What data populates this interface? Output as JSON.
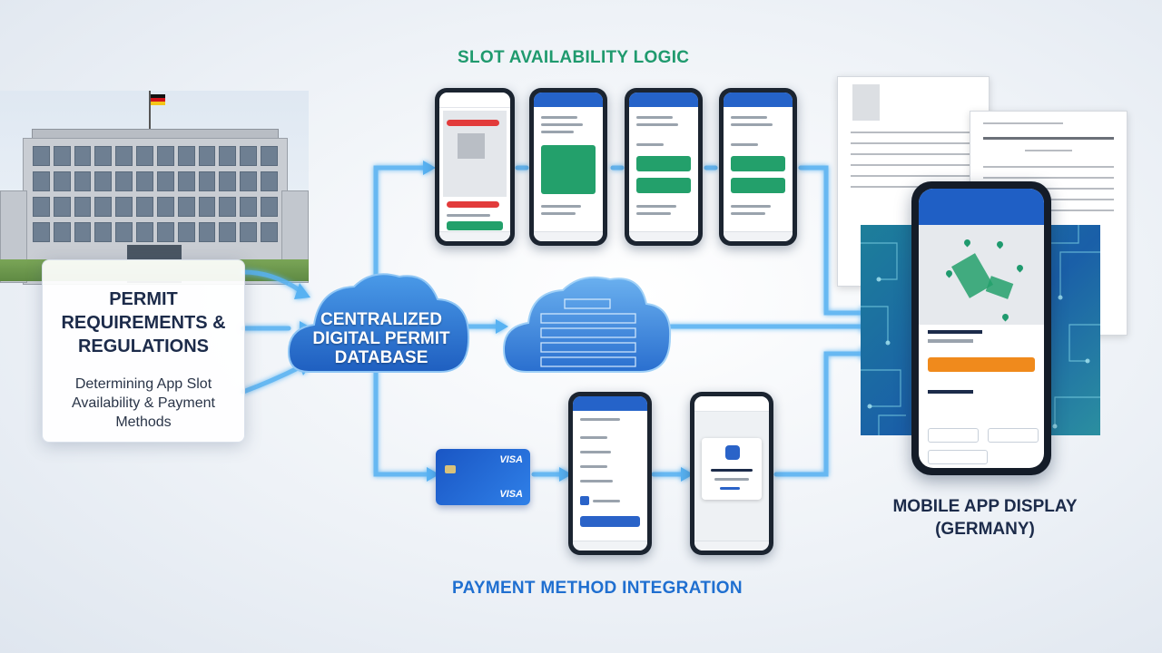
{
  "left_panel": {
    "title": "PERMIT REQUIREMENTS & REGULATIONS",
    "subtitle": "Determining App Slot Availability & Payment Methods"
  },
  "database": {
    "label": "CENTRALIZED DIGITAL PERMIT DATABASE"
  },
  "sections": {
    "slot_logic": "SLOT AVAILABILITY LOGIC",
    "payment": "PAYMENT METHOD INTEGRATION",
    "mobile": "MOBILE APP DISPLAY (GERMANY)"
  },
  "card": {
    "brand": "VISA"
  },
  "colors": {
    "green": "#1f9a6e",
    "blue": "#1f6fd0",
    "navy": "#1c2b4a",
    "arrow": "#4aa8f0",
    "cloud": "#2f7fd6"
  },
  "icons": [
    "government-building-icon",
    "cloud-database-icon",
    "credit-card-icon",
    "smartphone-icon",
    "document-icon",
    "flag-germany-icon"
  ]
}
